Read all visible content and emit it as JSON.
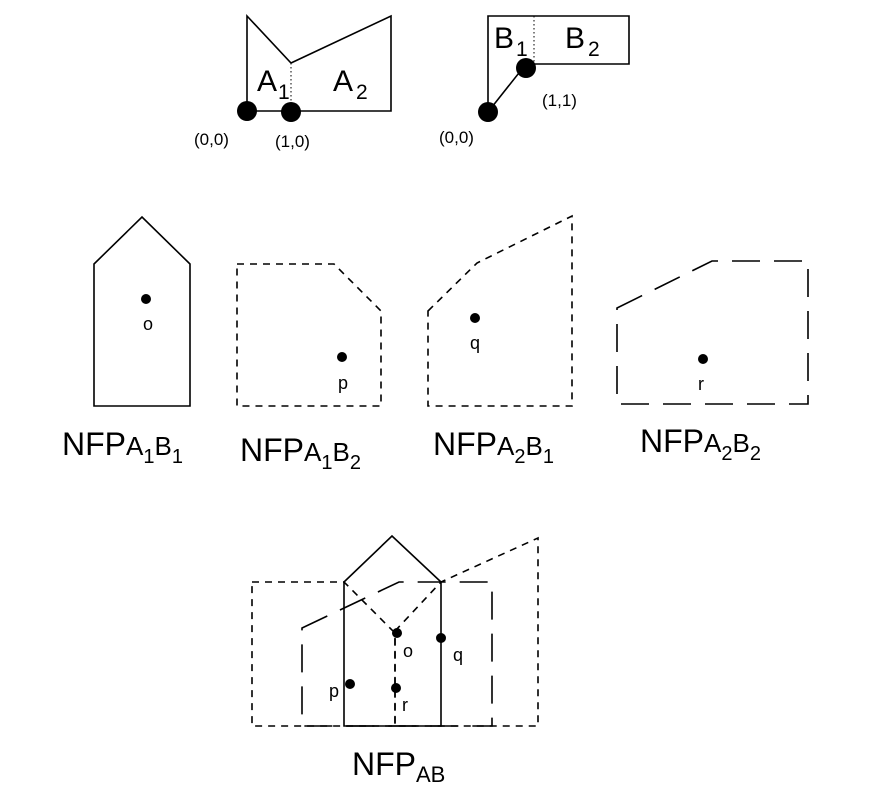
{
  "polygon_a": {
    "part1": "A",
    "part1_sub": "1",
    "part2": "A",
    "part2_sub": "2",
    "origin": "(0,0)",
    "ref_point": "(1,0)"
  },
  "polygon_b": {
    "part1": "B",
    "part1_sub": "1",
    "part2": "B",
    "part2_sub": "2",
    "origin": "(0,0)",
    "ref_point": "(1,1)"
  },
  "nfps": [
    {
      "prefix": "NFP",
      "s1": "A",
      "n1": "1",
      "s2": "B",
      "n2": "1",
      "point": "o"
    },
    {
      "prefix": "NFP",
      "s1": "A",
      "n1": "1",
      "s2": "B",
      "n2": "2",
      "point": "p"
    },
    {
      "prefix": "NFP",
      "s1": "A",
      "n1": "2",
      "s2": "B",
      "n2": "1",
      "point": "q"
    },
    {
      "prefix": "NFP",
      "s1": "A",
      "n1": "2",
      "s2": "B",
      "n2": "2",
      "point": "r"
    }
  ],
  "combined": {
    "prefix": "NFP",
    "sub": "AB",
    "points": [
      "o",
      "q",
      "p",
      "r"
    ]
  }
}
